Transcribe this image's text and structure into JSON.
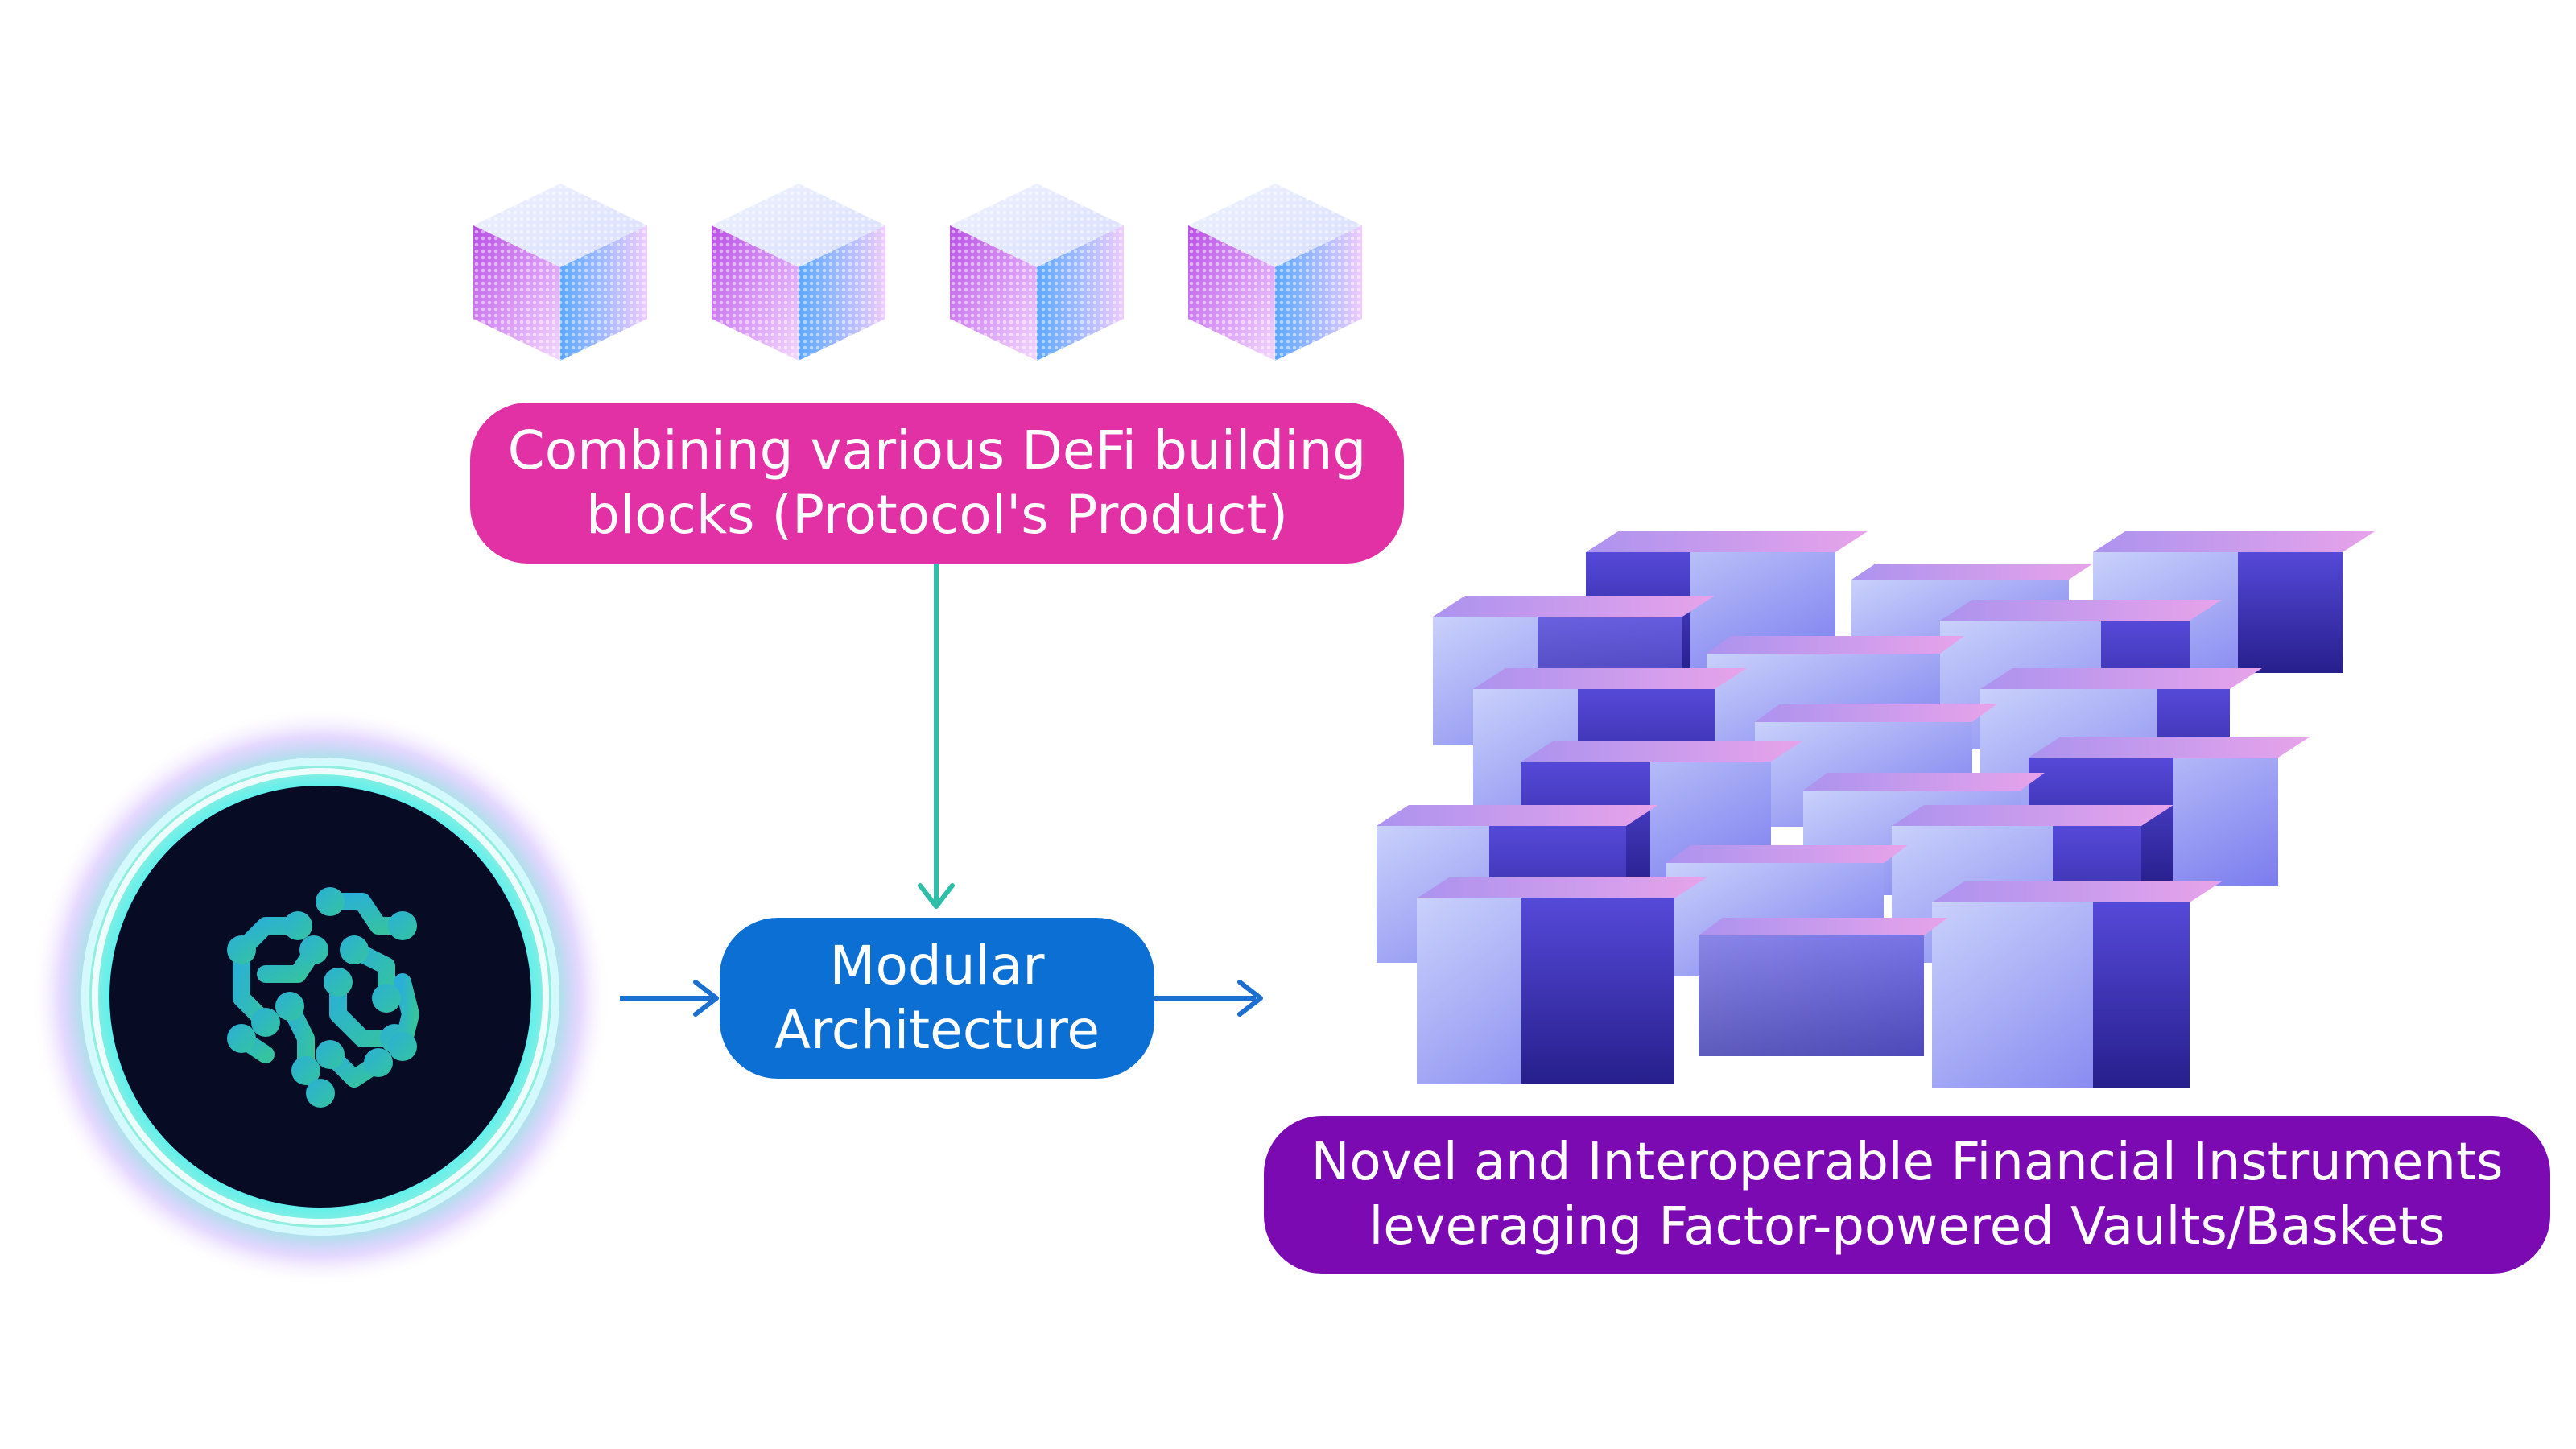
{
  "diagram": {
    "top_box": {
      "line1": "Combining various DeFi building",
      "line2": "blocks (Protocol's Product)",
      "color": "#e131a5"
    },
    "middle_box": {
      "line1": "Modular",
      "line2": "Architecture",
      "color": "#0c6fd3"
    },
    "bottom_box": {
      "line1": "Novel and Interoperable Financial Instruments",
      "line2": "leveraging Factor-powered Vaults/Baskets",
      "color": "#7b0ab2"
    },
    "connector_colors": {
      "vertical": "#2fbfa8",
      "horizontal": "#1a6fd1"
    },
    "icons": [
      "dotted-cube-icon",
      "factor-logo",
      "cube-cluster-illustration"
    ]
  }
}
